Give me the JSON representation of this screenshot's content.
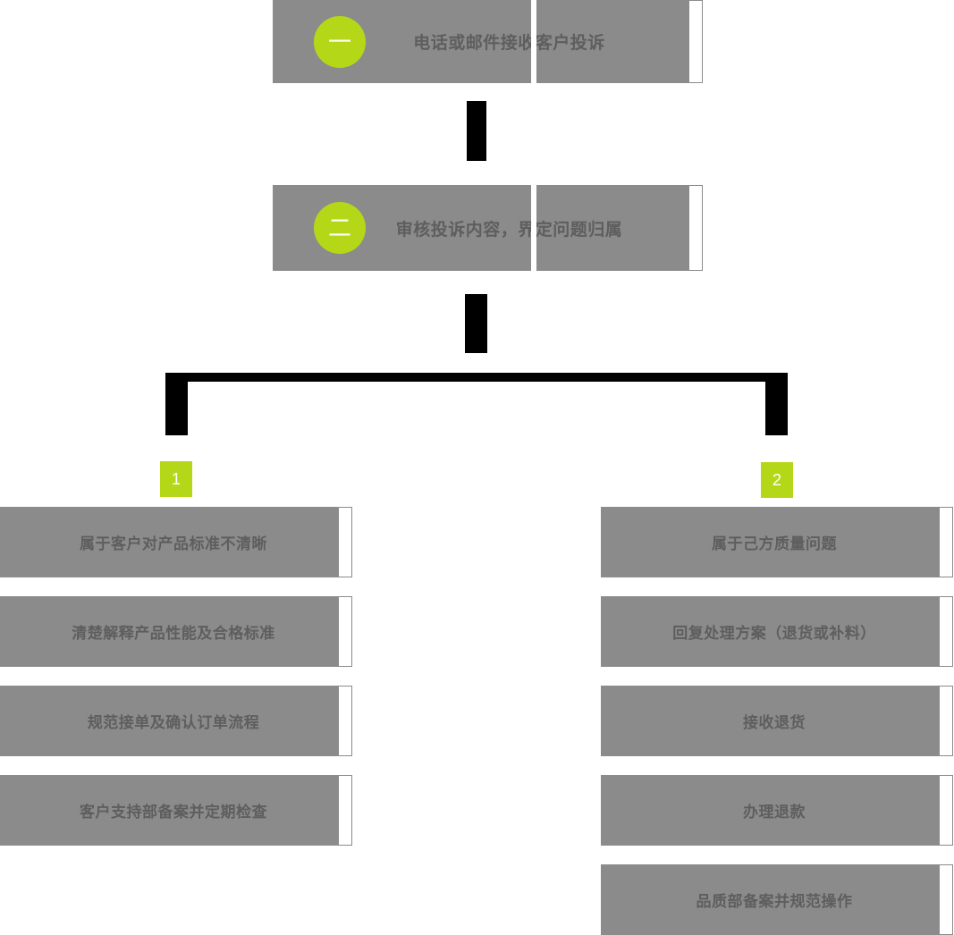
{
  "colors": {
    "box_fill": "#8b8b8b",
    "accent_green": "#b4d818",
    "text_gray": "#5e5e5e",
    "connector_black": "#000000",
    "page_background": "#ffffff"
  },
  "flow": {
    "steps": [
      {
        "marker": "一",
        "label": "电话或邮件接收客户投诉"
      },
      {
        "marker": "二",
        "label": "审核投诉内容，界定问题归属"
      }
    ],
    "branches": [
      {
        "badge": "1",
        "tasks": [
          "属于客户对产品标准不清晰",
          "清楚解释产品性能及合格标准",
          "规范接单及确认订单流程",
          "客户支持部备案并定期检查"
        ]
      },
      {
        "badge": "2",
        "tasks": [
          "属于己方质量问题",
          "回复处理方案（退货或补料）",
          "接收退货",
          "办理退款",
          "品质部备案并规范操作"
        ]
      }
    ]
  }
}
